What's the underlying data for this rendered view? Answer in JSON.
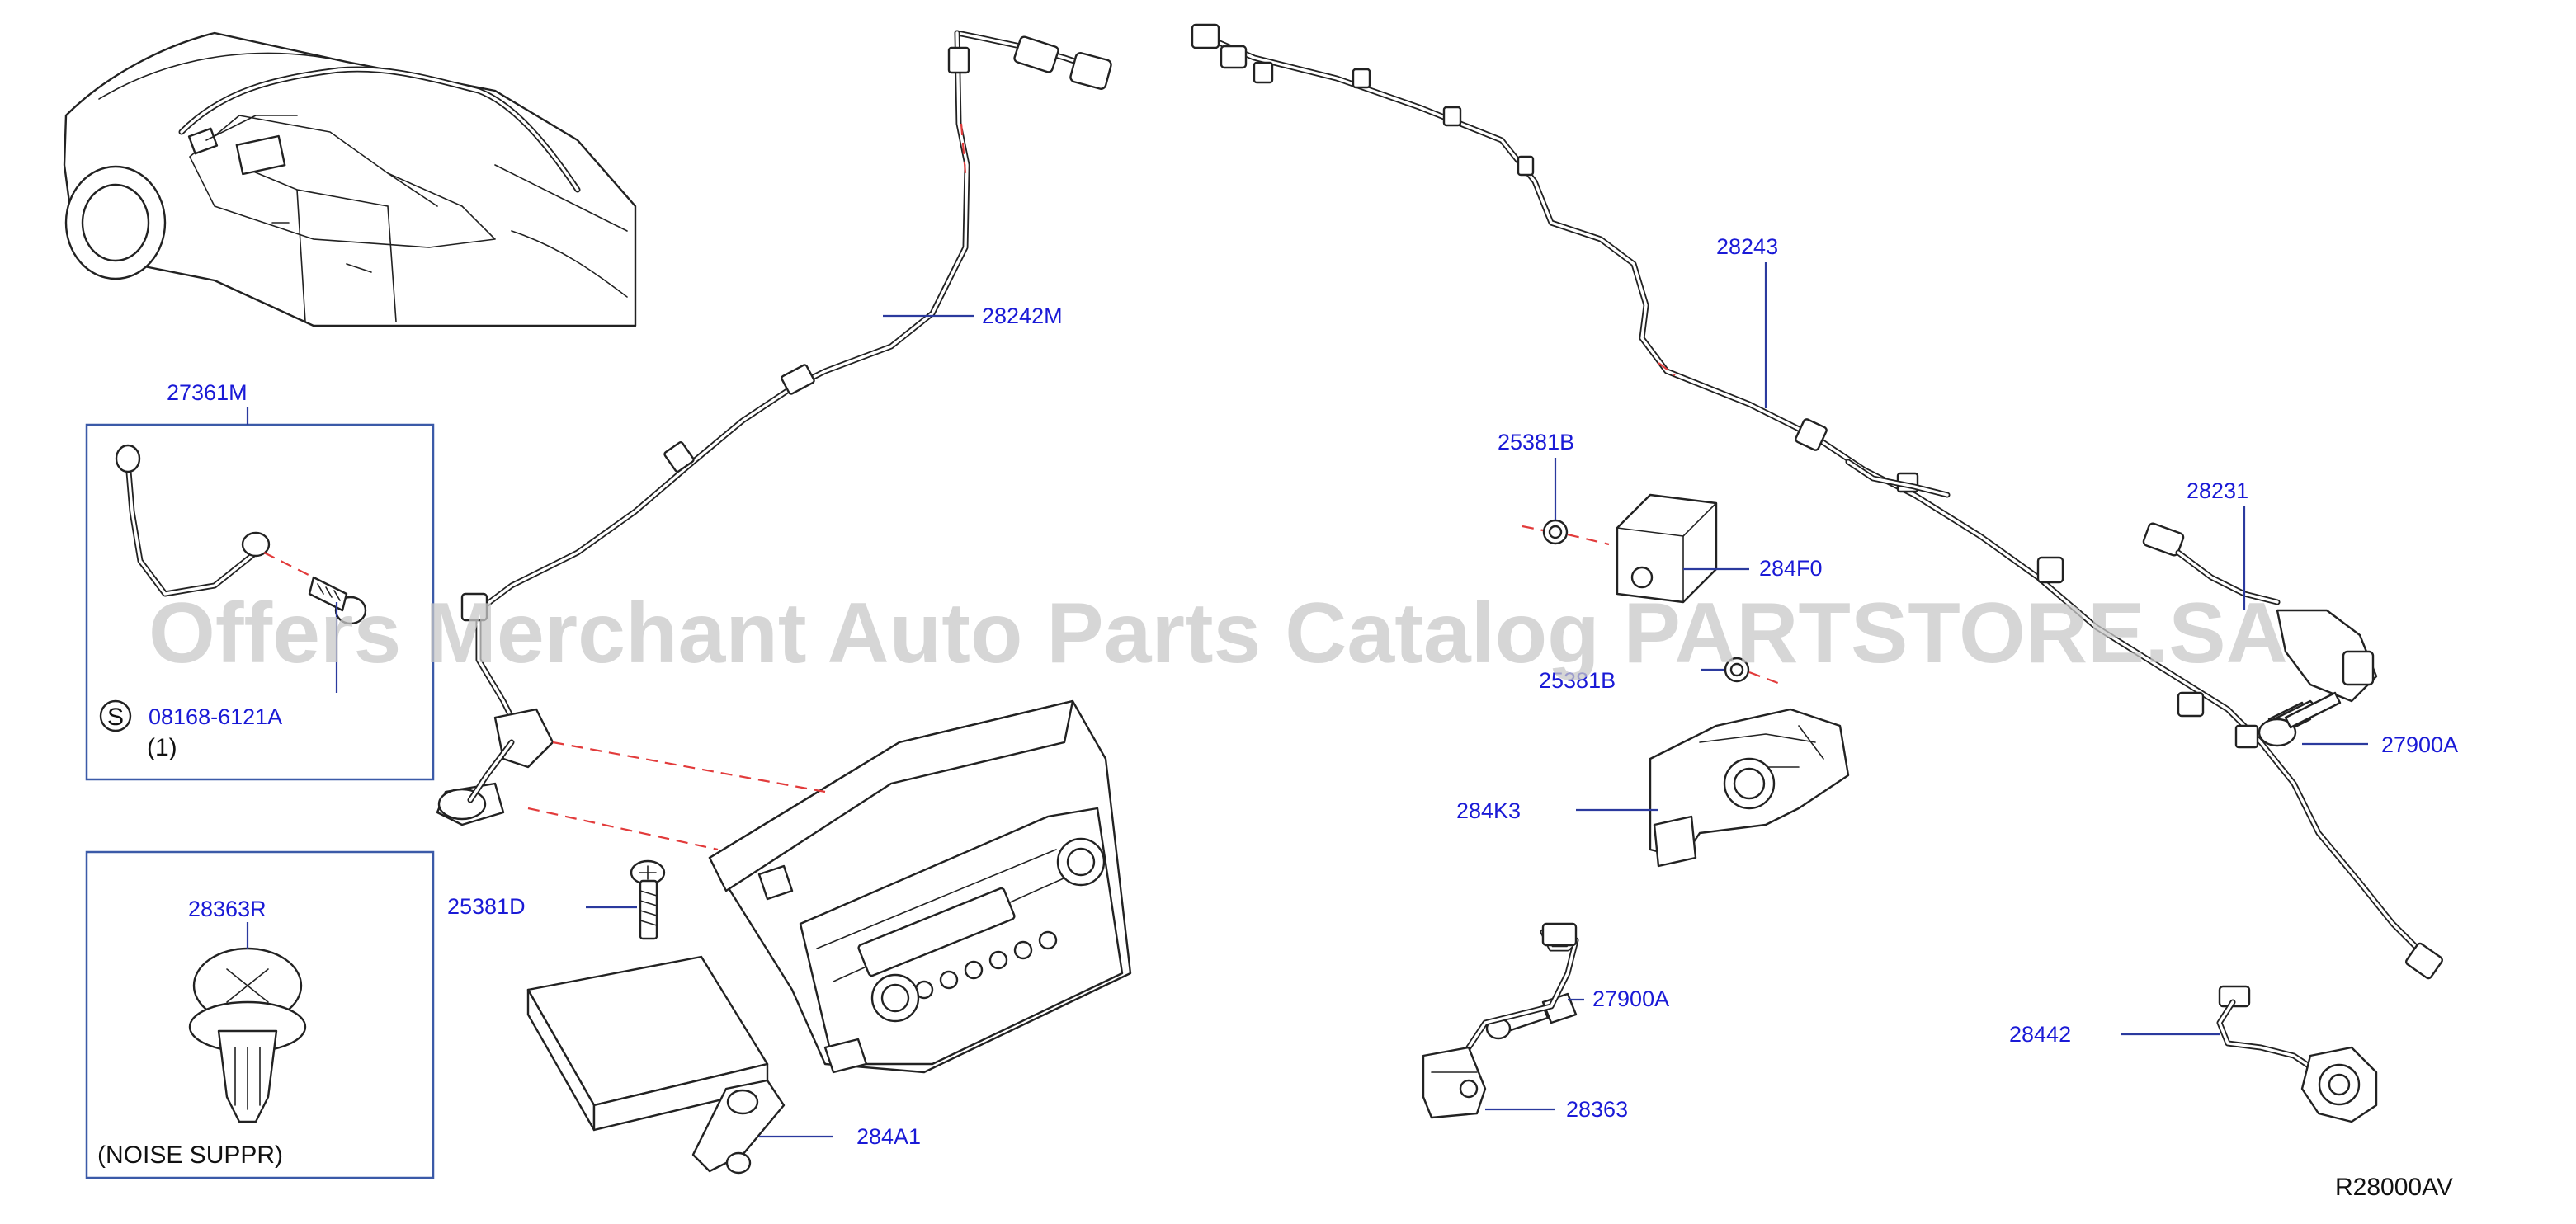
{
  "watermark": "Offers Merchant Auto Parts Catalog PARTSTORE.SA",
  "diagram_code": "R28000AV",
  "callouts": [
    {
      "id": "28242M"
    },
    {
      "id": "28243"
    },
    {
      "id": "27361M"
    },
    {
      "id": "25381B"
    },
    {
      "id": "284F0"
    },
    {
      "id": "28231"
    },
    {
      "id": "25381B"
    },
    {
      "id": "27900A"
    },
    {
      "id": "284K3"
    },
    {
      "id": "28363R"
    },
    {
      "id": "25381D"
    },
    {
      "id": "27900A"
    },
    {
      "id": "28442"
    },
    {
      "id": "28363"
    },
    {
      "id": "284A1"
    }
  ],
  "inset_ground": {
    "symbol": "S",
    "part_no": "08168-6121A",
    "qty": "(1)"
  },
  "inset_clip": {
    "note": "(NOISE   SUPPR)"
  },
  "colors": {
    "label": "#1a1ad6",
    "leader": "#2b3a9e",
    "box": "#3b5aa8",
    "dash": "#e23b3b"
  }
}
